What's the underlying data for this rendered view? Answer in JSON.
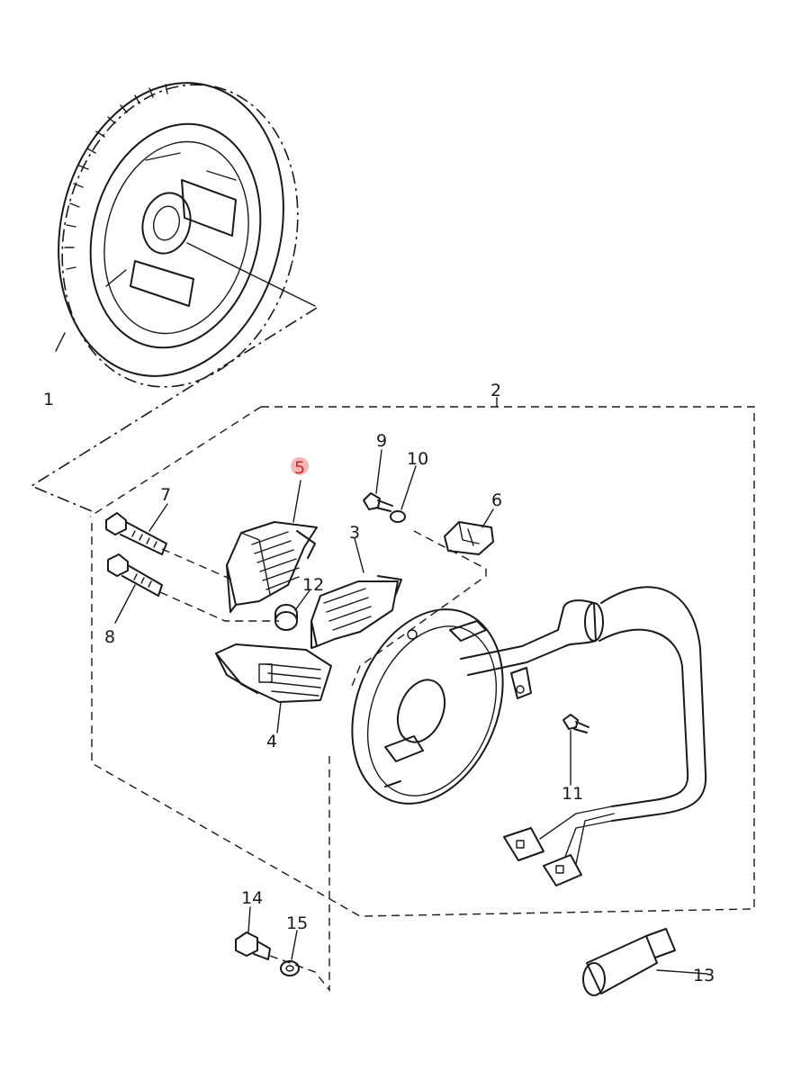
{
  "diagram": {
    "part_labels": {
      "p1": "1",
      "p2": "2",
      "p3": "3",
      "p4": "4",
      "p5": "5",
      "p6": "6",
      "p7": "7",
      "p8": "8",
      "p9": "9",
      "p10": "10",
      "p11": "11",
      "p12": "12",
      "p13": "13",
      "p14": "14",
      "p15": "15"
    },
    "highlighted_part": "5",
    "highlight_color": "#f07a7a",
    "line_color": "#1a1a1a",
    "background": "#ffffff"
  }
}
